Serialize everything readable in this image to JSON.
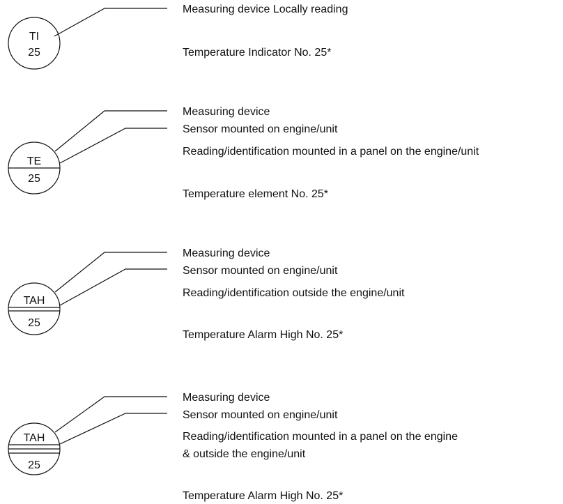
{
  "symbols": [
    {
      "tag": "TI",
      "number": "25",
      "lines": [
        "Measuring device Locally reading"
      ],
      "caption": "Temperature Indicator No. 25*"
    },
    {
      "tag": "TE",
      "number": "25",
      "lines": [
        "Measuring device",
        "Sensor mounted on engine/unit",
        "Reading/identification mounted in a panel on the engine/unit"
      ],
      "caption": "Temperature element No. 25*"
    },
    {
      "tag": "TAH",
      "number": "25",
      "lines": [
        "Measuring device",
        "Sensor mounted on engine/unit",
        "Reading/identification outside the engine/unit"
      ],
      "caption": "Temperature Alarm High No. 25*"
    },
    {
      "tag": "TAH",
      "number": "25",
      "lines": [
        "Measuring device",
        "Sensor mounted on engine/unit",
        "Reading/identification mounted in a panel on the engine",
        "& outside the engine/unit"
      ],
      "caption": "Temperature Alarm High No. 25*"
    }
  ]
}
